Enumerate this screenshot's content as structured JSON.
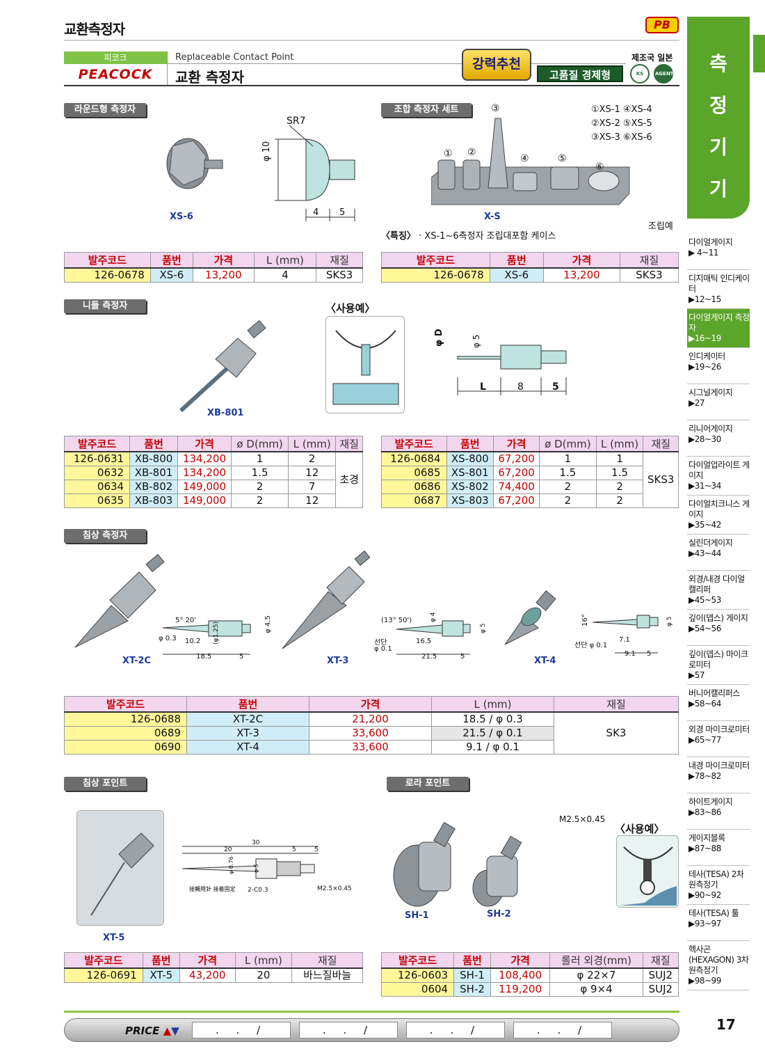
{
  "header": {
    "category": "교환측정자",
    "pb_logo": "PB",
    "brand_small": "피코크",
    "brand_logo": "PEACOCK",
    "subtitle_en": "Replaceable Contact Point",
    "subtitle_kr": "교환 측정자",
    "badge_best": "강력추천",
    "badge_quality": "고품질 경제형",
    "origin": "제조국 일본",
    "agent_logo": "AGENT",
    "ks_logo": "KS"
  },
  "sidebar": {
    "title_chars": [
      "측",
      "정",
      "기",
      "기"
    ],
    "items": [
      {
        "label": "다이얼게이지",
        "range": "▶ 4~11"
      },
      {
        "label": "디지매틱 인디케이터",
        "range": "▶12~15"
      },
      {
        "label": "다이얼게이지 측정자",
        "range": "▶16~19"
      },
      {
        "label": "인디케이터",
        "range": "▶19~26"
      },
      {
        "label": "시그널게이지",
        "range": "▶27"
      },
      {
        "label": "리니어게이지",
        "range": "▶28~30"
      },
      {
        "label": "다이얼업라이트 게이지",
        "range": "▶31~34"
      },
      {
        "label": "다이얼치크니스 게이지",
        "range": "▶35~42"
      },
      {
        "label": "실린더게이지",
        "range": "▶43~44"
      },
      {
        "label": "외경/내경 다이얼캘리퍼",
        "range": "▶45~53"
      },
      {
        "label": "깊이(뎁스) 게이지",
        "range": "▶54~56"
      },
      {
        "label": "깊이(뎁스) 마이크로미터",
        "range": "▶57"
      },
      {
        "label": "버니어캘리퍼스",
        "range": "▶58~64"
      },
      {
        "label": "외경 마이크로미터",
        "range": "▶65~77"
      },
      {
        "label": "내경 마이크로미터",
        "range": "▶78~82"
      },
      {
        "label": "하이트게이지",
        "range": "▶83~86"
      },
      {
        "label": "게이지블록",
        "range": "▶87~88"
      },
      {
        "label": "테사(TESA) 2차원측정기",
        "range": "▶90~92"
      },
      {
        "label": "테사(TESA) 툴",
        "range": "▶93~97"
      },
      {
        "label": "헥사곤(HEXAGON) 3차원측정기",
        "range": "▶98~99"
      }
    ]
  },
  "sections": {
    "round": {
      "label": "라운드형 측정자",
      "caption": "XS-6",
      "dims": {
        "sr": "SR7",
        "dia": "φ 10",
        "a": "4",
        "b": "5"
      },
      "headers": [
        "발주코드",
        "품번",
        "가격",
        "L (mm)",
        "재질"
      ],
      "rows": [
        [
          "126-0678",
          "XS-6",
          "13,200",
          "4",
          "SKS3"
        ]
      ]
    },
    "set": {
      "label": "조합 측정자 세트",
      "caption": "X-S",
      "assembly": "조립예",
      "legend": [
        "①XS-1 ④XS-4",
        "②XS-2 ⑤XS-5",
        "③XS-3 ⑥XS-6"
      ],
      "nums": [
        "①",
        "②",
        "③",
        "④",
        "⑤",
        "⑥"
      ],
      "note_label": "〈특징〉",
      "note": "·  XS-1~6측정자 조립대포함 케이스",
      "headers": [
        "발주코드",
        "품번",
        "가격",
        "재질"
      ],
      "rows": [
        [
          "126-0678",
          "XS-6",
          "13,200",
          "SKS3"
        ]
      ]
    },
    "needle": {
      "label": "니들 측정자",
      "caption": "XB-801",
      "usage": "〈사용예〉",
      "dims": {
        "d": "φ D",
        "d5": "φ 5",
        "l": "L",
        "m": "8",
        "n": "5"
      },
      "left": {
        "headers": [
          "발주코드",
          "품번",
          "가격",
          "ø D(mm)",
          "L (mm)",
          "재질"
        ],
        "rows": [
          [
            "126-0631",
            "XB-800",
            "134,200",
            "1",
            "2"
          ],
          [
            "0632",
            "XB-801",
            "134,200",
            "1.5",
            "12"
          ],
          [
            "0634",
            "XB-802",
            "149,000",
            "2",
            "7"
          ],
          [
            "0635",
            "XB-803",
            "149,000",
            "2",
            "12"
          ]
        ],
        "material": "초경"
      },
      "right": {
        "headers": [
          "발주코드",
          "품번",
          "가격",
          "ø D(mm)",
          "L (mm)",
          "재질"
        ],
        "rows": [
          [
            "126-0684",
            "XS-800",
            "67,200",
            "1",
            "1"
          ],
          [
            "0685",
            "XS-801",
            "67,200",
            "1.5",
            "1.5"
          ],
          [
            "0686",
            "XS-802",
            "74,400",
            "2",
            "2"
          ],
          [
            "0687",
            "XS-803",
            "67,200",
            "2",
            "2"
          ]
        ],
        "material": "SKS3"
      }
    },
    "pointed": {
      "label": "침상 측정자",
      "captions": [
        "XT-2C",
        "XT-3",
        "XT-4"
      ],
      "dims1": [
        "5° 20'",
        "φ 0.3",
        "10.2",
        "(φ1.25)",
        "18.5",
        "5",
        "φ 4.5"
      ],
      "dims2": [
        "(13° 50')",
        "선단",
        "φ 0.1",
        "16.5",
        "21.5",
        "5",
        "φ 4",
        "φ 5"
      ],
      "dims3": [
        "16°",
        "선단 φ 0.1",
        "7.1",
        "9.1",
        "5",
        "φ 5"
      ],
      "headers": [
        "발주코드",
        "품번",
        "가격",
        "L (mm)",
        "재질"
      ],
      "rows": [
        [
          "126-0688",
          "XT-2C",
          "21,200",
          "18.5 / φ 0.3"
        ],
        [
          "0689",
          "XT-3",
          "33,600",
          "21.5 / φ 0.1"
        ],
        [
          "0690",
          "XT-4",
          "33,600",
          "9.1 / φ 0.1"
        ]
      ],
      "material": "SK3"
    },
    "pointed_point": {
      "label": "침상 포인트",
      "caption": "XT-5",
      "dims": [
        "30",
        "20",
        "5",
        "5",
        "φ 0.76",
        "φ 5",
        "2-C0.3",
        "M2.5×0.45",
        "接觸用針 接着固定"
      ],
      "headers": [
        "발주코드",
        "품번",
        "가격",
        "L (mm)",
        "재질"
      ],
      "rows": [
        [
          "126-0691",
          "XT-5",
          "43,200",
          "20",
          "바느질바늘"
        ]
      ]
    },
    "roller": {
      "label": "로라 포인트",
      "captions": [
        "SH-1",
        "SH-2"
      ],
      "thread": "M2.5×0.45",
      "usage": "〈사용예〉",
      "headers": [
        "발주코드",
        "품번",
        "가격",
        "롤러 외경(mm)",
        "재질"
      ],
      "rows": [
        [
          "126-0603",
          "SH-1",
          "108,400",
          "φ 22×7",
          "SUJ2"
        ],
        [
          "0604",
          "SH-2",
          "119,200",
          "φ 9×4",
          "SUJ2"
        ]
      ]
    }
  },
  "footer": {
    "price_label": "PRICE",
    "slots": [
      ". . /",
      ". . /",
      ". . /",
      ". . /"
    ],
    "page": "17"
  },
  "colors": {
    "accent_green": "#5aa52a",
    "header_pink": "#f2d6ee",
    "code_yellow": "#fff79a",
    "name_blue": "#cfeef7",
    "price_red": "#c40000"
  }
}
